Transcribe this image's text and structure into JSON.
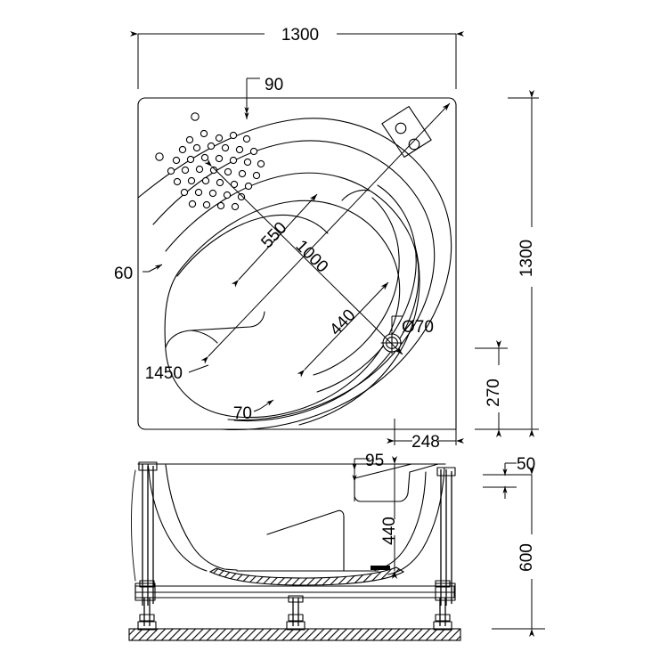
{
  "drawing": {
    "type": "corner-bathtub-technical-drawing",
    "units": "mm",
    "line_color": "#000000",
    "background_color": "#ffffff",
    "views": [
      {
        "name": "plan-view",
        "label": ""
      },
      {
        "name": "front-elevation-view",
        "label": ""
      }
    ]
  },
  "dimensions": {
    "top_width": "1300",
    "rim_offset": "90",
    "inner_width": "550",
    "diagonal_length": "1000",
    "inner_depth": "440",
    "drain_diameter": "Ø70",
    "left_wall_thickness": "60",
    "diagonal_overall": "1450",
    "front_edge_thickness": "70",
    "right_height": "1300",
    "back_offset": "270",
    "front_offset": "248",
    "headrest_depth": "95",
    "bath_depth": "440",
    "rim_thickness": "50",
    "total_height": "600"
  },
  "labels": {
    "d1300_top": "1300",
    "d90": "90",
    "d550": "550",
    "d1000": "1000",
    "d440_plan": "440",
    "d70dia": "Ø70",
    "d60": "60",
    "d1450": "1450",
    "d70": "70",
    "d1300_right": "1300",
    "d270": "270",
    "d248": "248",
    "d95": "95",
    "d440_elev": "440",
    "d50": "50",
    "d600": "600"
  },
  "features": {
    "jet_array_name": "air-jet-hole-array",
    "jet_rows": 7,
    "control_panel_name": "control-panel-with-two-buttons",
    "control_panel_buttons": 2,
    "drain_name": "drain-outlet",
    "headrest_name": "headrest",
    "frame_legs": 3,
    "floor_name": "floor-hatch-band"
  }
}
